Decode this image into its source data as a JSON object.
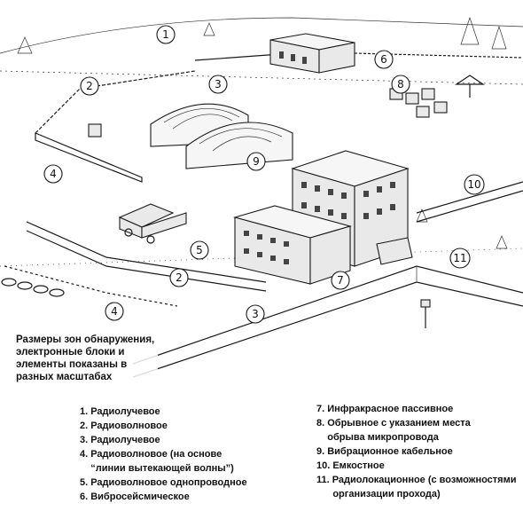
{
  "callouts": [
    "1",
    "2",
    "3",
    "4",
    "5",
    "6",
    "7",
    "8",
    "9",
    "10",
    "11",
    "2",
    "3",
    "4"
  ],
  "scale_note": "Размеры зон обнаружения, электронные блоки и элементы показаны в разных масштабах",
  "legend_left": [
    "1. Радиолучевое",
    "2. Радиоволновое",
    "3. Радиолучевое",
    "4. Радиоволновое (на основе\n    “линии вытекающей волны”)",
    "5. Радиоволновое однопроводное",
    "6. Вибросейсмическое"
  ],
  "legend_right": [
    "7. Инфракрасное пассивное",
    "8. Обрывное с указанием места\n    обрыва микропровода",
    "9. Вибрационное кабельное",
    "10. Емкостное",
    "11. Радиолокационное (с возможностями\n      организации прохода)"
  ]
}
